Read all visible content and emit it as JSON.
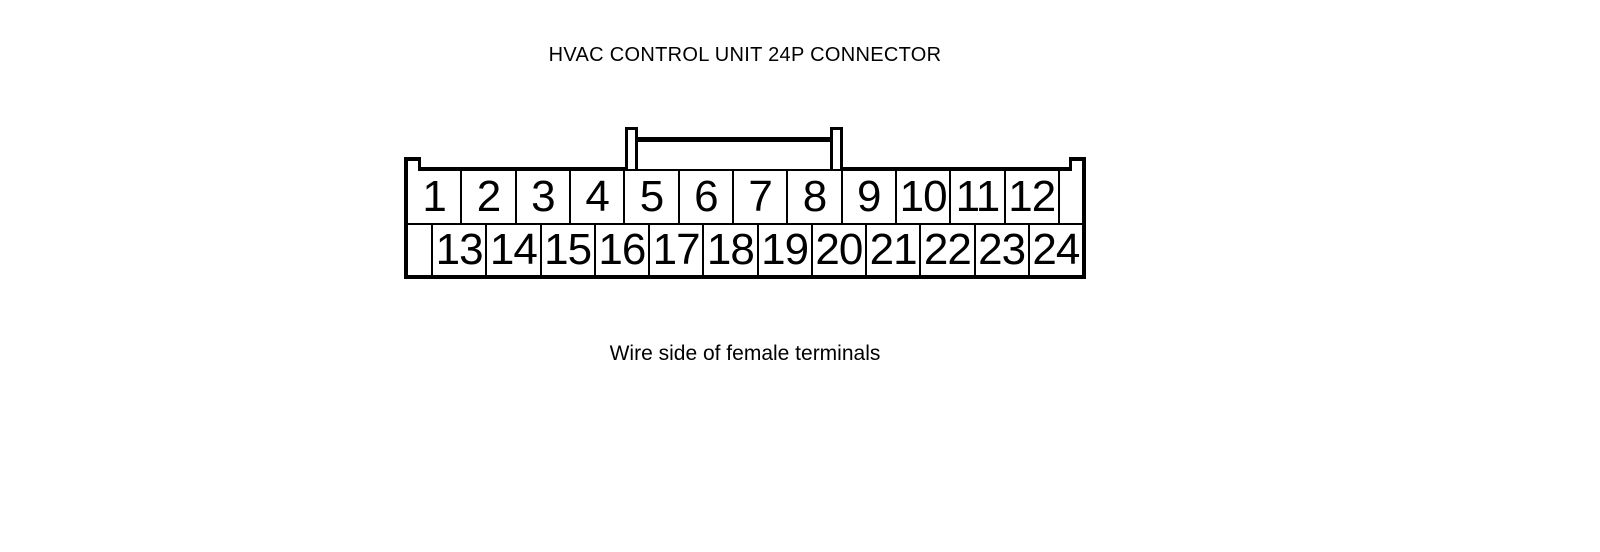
{
  "page": {
    "background_color": "#ffffff",
    "line_color": "#000000"
  },
  "header": {
    "title": "HVAC CONTROL UNIT 24P CONNECTOR"
  },
  "footer": {
    "caption": "Wire side of female terminals"
  },
  "connector": {
    "pin_count_label": "24P",
    "top_row": [
      "1",
      "2",
      "3",
      "4",
      "5",
      "6",
      "7",
      "8",
      "9",
      "10",
      "11",
      "12"
    ],
    "bottom_row": [
      "13",
      "14",
      "15",
      "16",
      "17",
      "18",
      "19",
      "20",
      "21",
      "22",
      "23",
      "24"
    ],
    "top_row_trailing_blank": true,
    "bottom_row_leading_blank": true
  }
}
